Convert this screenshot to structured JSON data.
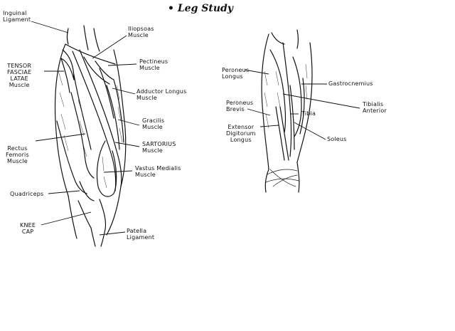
{
  "title": "Leg Study",
  "thigh_labels": {
    "inguinal": [
      "Inguinal",
      "Ligament"
    ],
    "iliopsoas": [
      "Iliopsoas",
      "Muscle"
    ],
    "pectineus": [
      "Pectineus",
      "Muscle"
    ],
    "tensor": [
      "TENSOR",
      "FASCIAE",
      "LATAE",
      "Muscle"
    ],
    "adductor": [
      "Adductor Longus",
      "Muscle"
    ],
    "gracilis": [
      "Gracilis",
      "Muscle"
    ],
    "sartorius": [
      "SARTORIUS",
      "Muscle"
    ],
    "rectus": [
      "Rectus",
      "Femoris",
      "Muscle"
    ],
    "vastus": [
      "Vastus Medialis",
      "Muscle"
    ],
    "quadriceps": [
      "Quadriceps"
    ],
    "knee": [
      "KNEE",
      "CAP"
    ],
    "patella": [
      "Patella",
      "Ligament"
    ]
  },
  "calf_labels": {
    "peroneus_longus": [
      "Peroneus",
      "Longus"
    ],
    "gastrocnemius": [
      "Gastrocnemius"
    ],
    "tibialis": [
      "Tibialis",
      "Anterior"
    ],
    "peroneus_brevis": [
      "Peroneus",
      "Brevis"
    ],
    "tibia": [
      "Tibia"
    ],
    "extensor": [
      "Extensor",
      "Digitorum",
      "Longus"
    ],
    "soleus": [
      "Soleus"
    ]
  }
}
